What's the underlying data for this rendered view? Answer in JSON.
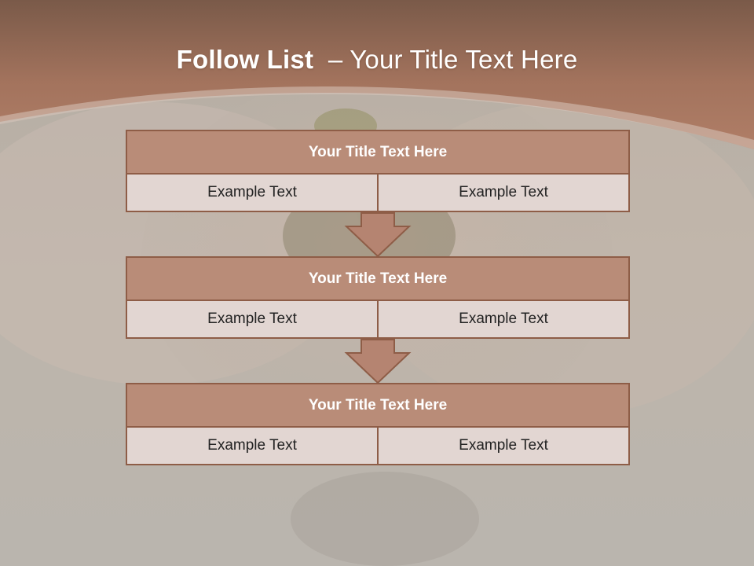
{
  "slide": {
    "title_bold": "Follow List",
    "title_rest": "– Your Title Text Here"
  },
  "colors": {
    "header_fill": "#b98c78",
    "header_border": "#8e5d47",
    "cell_fill": "#e2d6d2",
    "banner": "#a0705b",
    "arrow_fill": "#b58471"
  },
  "blocks": [
    {
      "title": "Your Title Text Here",
      "left_text": "Example Text",
      "right_text": "Example Text"
    },
    {
      "title": "Your Title Text Here",
      "left_text": "Example Text",
      "right_text": "Example Text"
    },
    {
      "title": "Your Title Text Here",
      "left_text": "Example Text",
      "right_text": "Example Text"
    }
  ],
  "arrows": [
    {
      "icon": "down-arrow-icon"
    },
    {
      "icon": "down-arrow-icon"
    }
  ]
}
